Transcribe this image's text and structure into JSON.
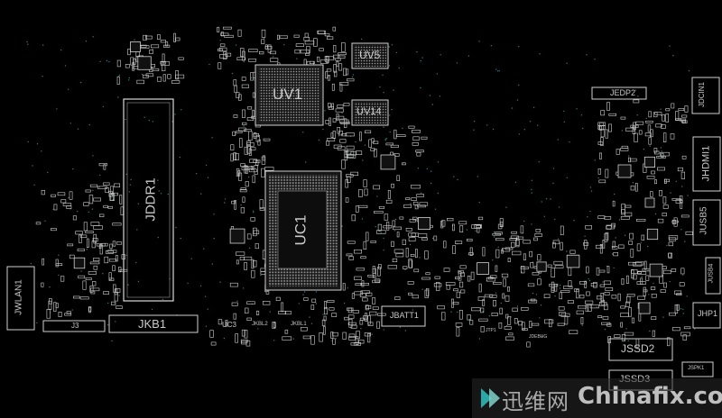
{
  "components": {
    "uv1": "UV1",
    "uv5": "UV5",
    "uv14": "UV14",
    "uc1": "UC1",
    "jddr1": "JDDR1",
    "jkb1": "JKB1",
    "jwlan1": "JWLAN1",
    "j3": "J3",
    "uc3": "UC3",
    "jkbl2": "JKBL2",
    "jkbl1": "JKBL1",
    "jbatt1": "JBATT1",
    "jtp1": "JTP1",
    "jdebug": "JDEBUG",
    "jedp2": "JEDP2",
    "jdcin1": "JDCIN1",
    "jhdmi1": "JHDMI1",
    "jusb5": "JUSB5",
    "jusb4": "JUSB4",
    "jhp1": "JHP1",
    "jssd2": "JSSD2",
    "jssd3": "JSSD3",
    "jspk1": "JSPK1"
  },
  "watermark": {
    "cn": "迅维网",
    "en": "Chinafix.com"
  },
  "colors": {
    "background": "#000000",
    "silkscreen": "#cfcfcf",
    "via": "#2f7f7a"
  }
}
